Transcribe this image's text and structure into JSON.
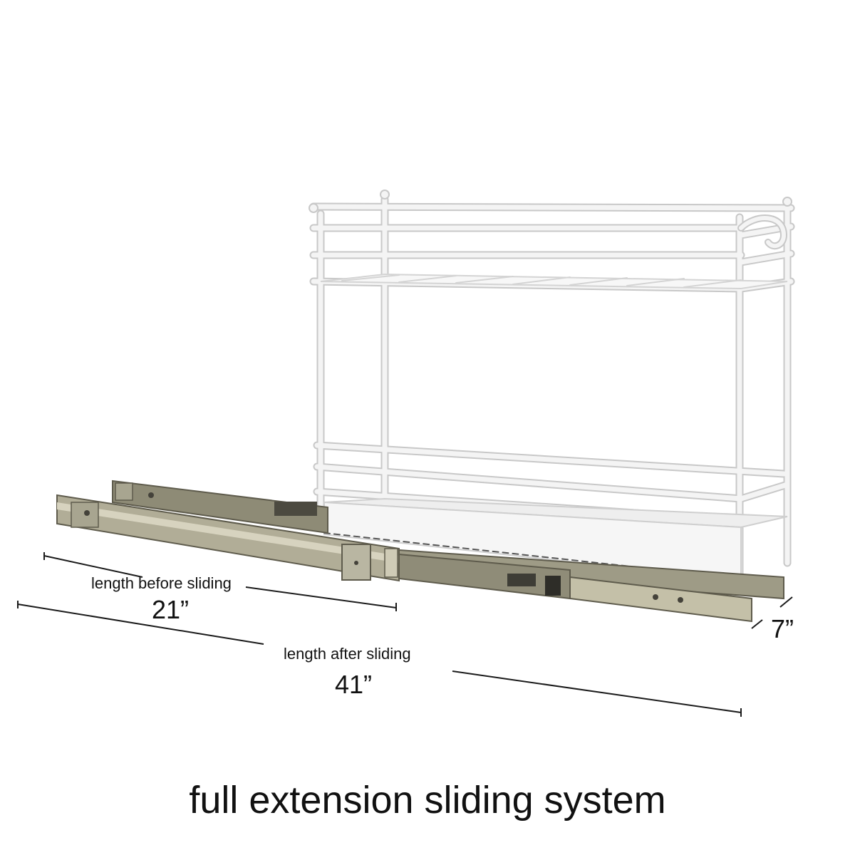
{
  "dimensions": {
    "before_label": "length before sliding",
    "before_value": "21”",
    "after_label": "length after sliding",
    "after_value": "41”",
    "depth_value": "7”"
  },
  "caption": "full extension sliding system",
  "colors": {
    "background": "#ffffff",
    "text": "#111111",
    "rack_wire": "#f2f2f2",
    "rack_outline": "#c9c9c9",
    "slide_metal": "#a3a08a",
    "slide_dark": "#6f6c5c"
  }
}
